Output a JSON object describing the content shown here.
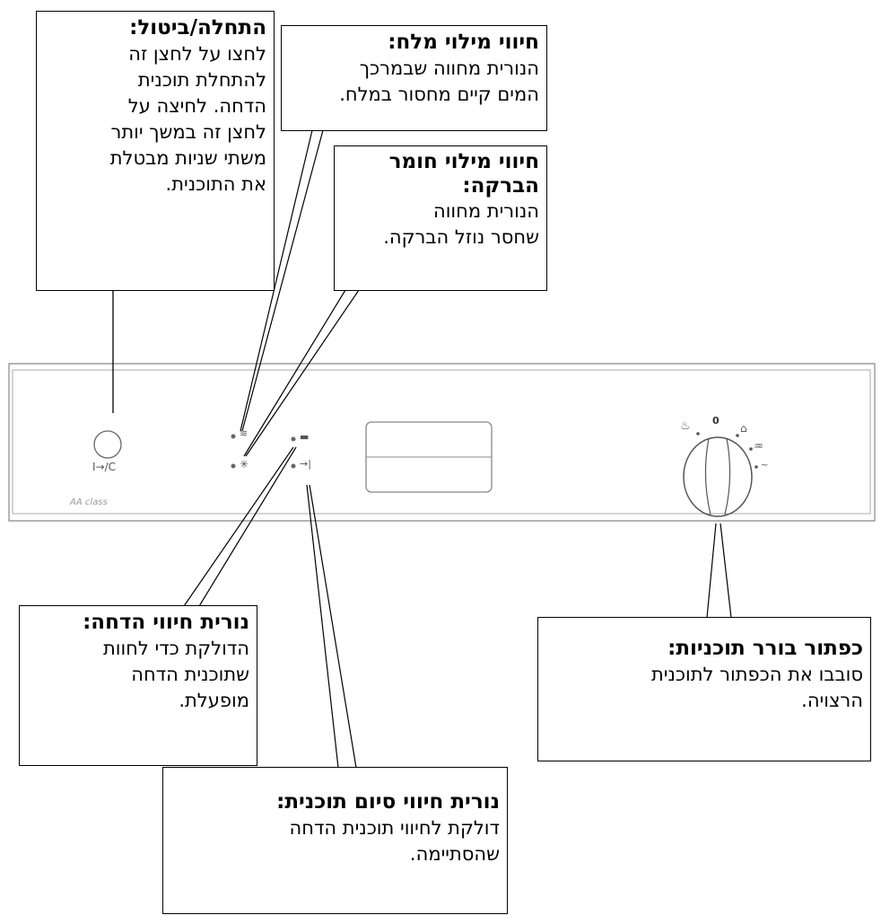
{
  "callouts": {
    "start": {
      "title": "התחלה/ביטול:",
      "body": "לחצו על לחצן זה\nלהתחלת תוכנית\nהדחה. לחיצה על\nלחצן זה במשך יותר\nמשתי שניות מבטלת\nאת התוכנית."
    },
    "salt": {
      "title": "חיווי מילוי מלח:",
      "body": "הנורית מחווה שבמרכך\nהמים קיים מחסור במלח."
    },
    "rinse": {
      "title": "חיווי מילוי חומר\nהברקה:",
      "body": "הנורית מחווה\nשחסר נוזל הברקה."
    },
    "wash": {
      "title": "נורית חיווי הדחה:",
      "body": "הדולקת כדי לחוות\nשתוכנית הדחה\nמופעלת."
    },
    "end": {
      "title": "נורית חיווי סיום תוכנית:",
      "body": "דולקת לחיווי תוכנית הדחה\nשהסתיימה."
    },
    "knob": {
      "title": "כפתור בורר תוכניות:",
      "body": "סובבו את הכפתור לתוכנית\nהרצויה."
    }
  },
  "panel": {
    "power_label": "I→/C",
    "brand_label": "AA class",
    "dial_zero": "0"
  },
  "colors": {
    "panel_stroke": "#777777",
    "text": "#000000"
  }
}
